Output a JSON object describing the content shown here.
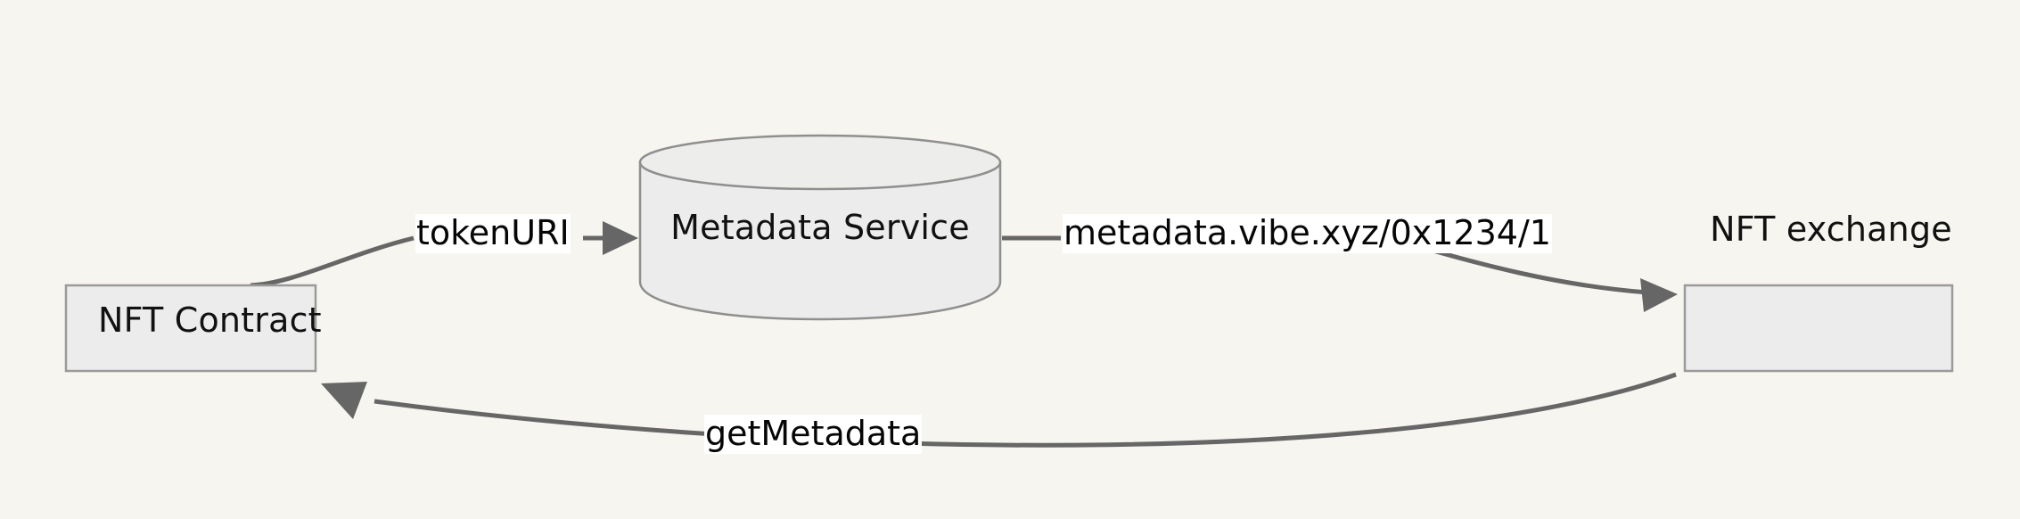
{
  "diagram": {
    "type": "flowchart",
    "background_color": "#f6f5f0",
    "node_fill": "#ececec",
    "node_stroke": "#9a9a9a",
    "edge_color": "#666666",
    "label_background": "#ffffff",
    "text_color": "#111111",
    "nodes": [
      {
        "id": "nft-contract",
        "label": "NFT Contract",
        "shape": "rectangle"
      },
      {
        "id": "metadata-service",
        "label": "Metadata Service",
        "shape": "cylinder"
      },
      {
        "id": "nft-exchange",
        "label": "NFT exchange",
        "shape": "rectangle"
      }
    ],
    "edges": [
      {
        "id": "edge-token-uri",
        "from": "nft-contract",
        "to": "metadata-service",
        "label": "tokenURI",
        "arrow": "end"
      },
      {
        "id": "edge-metadata-url",
        "from": "metadata-service",
        "to": "nft-exchange",
        "label": "metadata.vibe.xyz/0x1234/1",
        "arrow": "end"
      },
      {
        "id": "edge-get-metadata",
        "from": "nft-exchange",
        "to": "nft-contract",
        "label": "getMetadata",
        "arrow": "end"
      }
    ]
  }
}
